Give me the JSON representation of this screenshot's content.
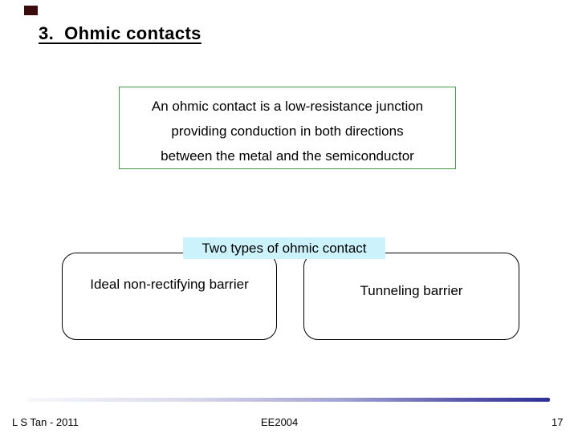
{
  "slide": {
    "title": "3.  Ohmic contacts",
    "definition": {
      "lines": [
        "An ohmic contact is a low-resistance junction",
        "providing conduction in both directions",
        "between the metal and the semiconductor"
      ]
    },
    "types_label": "Two types of ohmic contact",
    "type_boxes": [
      {
        "label": "Ideal non-rectifying barrier"
      },
      {
        "label": "Tunneling barrier"
      }
    ],
    "footer": {
      "author": "L S Tan - 2011",
      "course": "EE2004",
      "page_number": "17"
    },
    "colors": {
      "definition_border": "#46964a",
      "types_label_bg": "#ccf2fb",
      "footer_bar_end": "#2f2f95",
      "corner_square": "#3a0b0a",
      "text": "#000000"
    }
  }
}
